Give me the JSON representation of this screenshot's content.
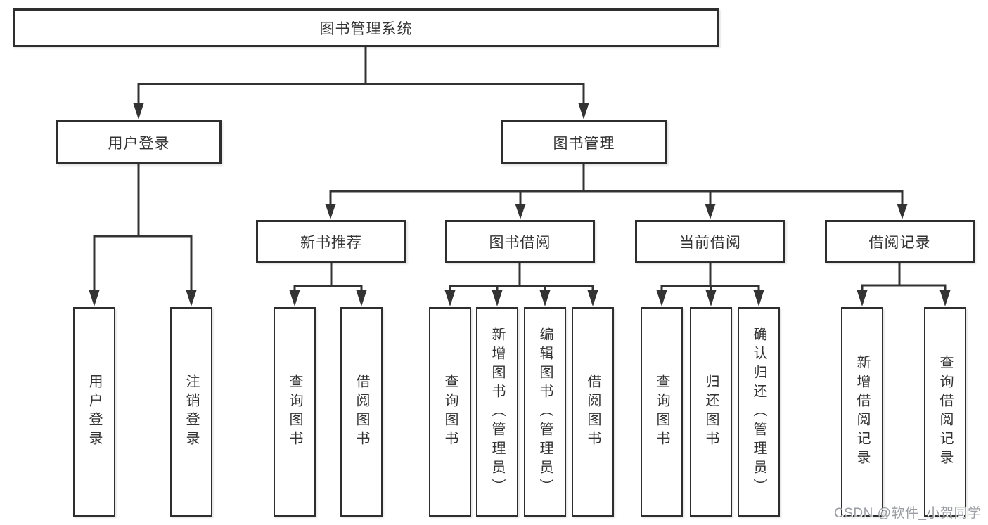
{
  "diagram": {
    "watermark": "CSDN @软件_小贺同学",
    "colors": {
      "line": "#333333",
      "box_border": "#2e2e2e",
      "text": "#333333",
      "watermark": "#9a9da3",
      "background": "#ffffff"
    },
    "tree": {
      "root": {
        "label": "图书管理系统",
        "children": [
          {
            "label": "用户登录",
            "children": [
              {
                "label": "用户登录"
              },
              {
                "label": "注销登录"
              }
            ]
          },
          {
            "label": "图书管理",
            "children": [
              {
                "label": "新书推荐",
                "children": [
                  {
                    "label": "查询图书"
                  },
                  {
                    "label": "借阅图书"
                  }
                ]
              },
              {
                "label": "图书借阅",
                "children": [
                  {
                    "label": "查询图书"
                  },
                  {
                    "label": "新增图书（管理员）"
                  },
                  {
                    "label": "编辑图书（管理员）"
                  },
                  {
                    "label": "借阅图书"
                  }
                ]
              },
              {
                "label": "当前借阅",
                "children": [
                  {
                    "label": "查询图书"
                  },
                  {
                    "label": "归还图书"
                  },
                  {
                    "label": "确认归还（管理员）"
                  }
                ]
              },
              {
                "label": "借阅记录",
                "children": [
                  {
                    "label": "新增借阅记录"
                  },
                  {
                    "label": "查询借阅记录"
                  }
                ]
              }
            ]
          }
        ]
      }
    }
  }
}
